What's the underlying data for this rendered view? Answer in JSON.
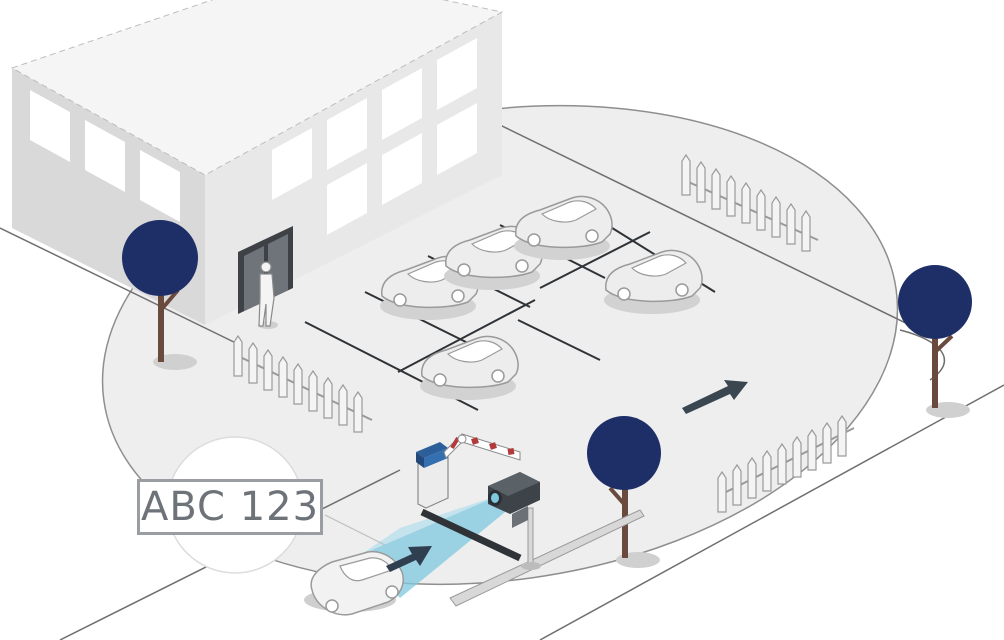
{
  "license_plate": {
    "text": "ABC 123"
  },
  "colors": {
    "ground": "#eeeeee",
    "building": "#e4e4e4",
    "tree": "#1e2f68",
    "trunk": "#6b4a3e",
    "scan_beam": "#7ec8df",
    "arrow": "#3a4650",
    "barrier_stripe": "#b23a3a",
    "gate_box": "#2c5f9a"
  },
  "icons": [
    "building",
    "pedestrian",
    "parked-car",
    "tree",
    "fence",
    "barrier-gate",
    "anpr-camera",
    "direction-arrow"
  ]
}
